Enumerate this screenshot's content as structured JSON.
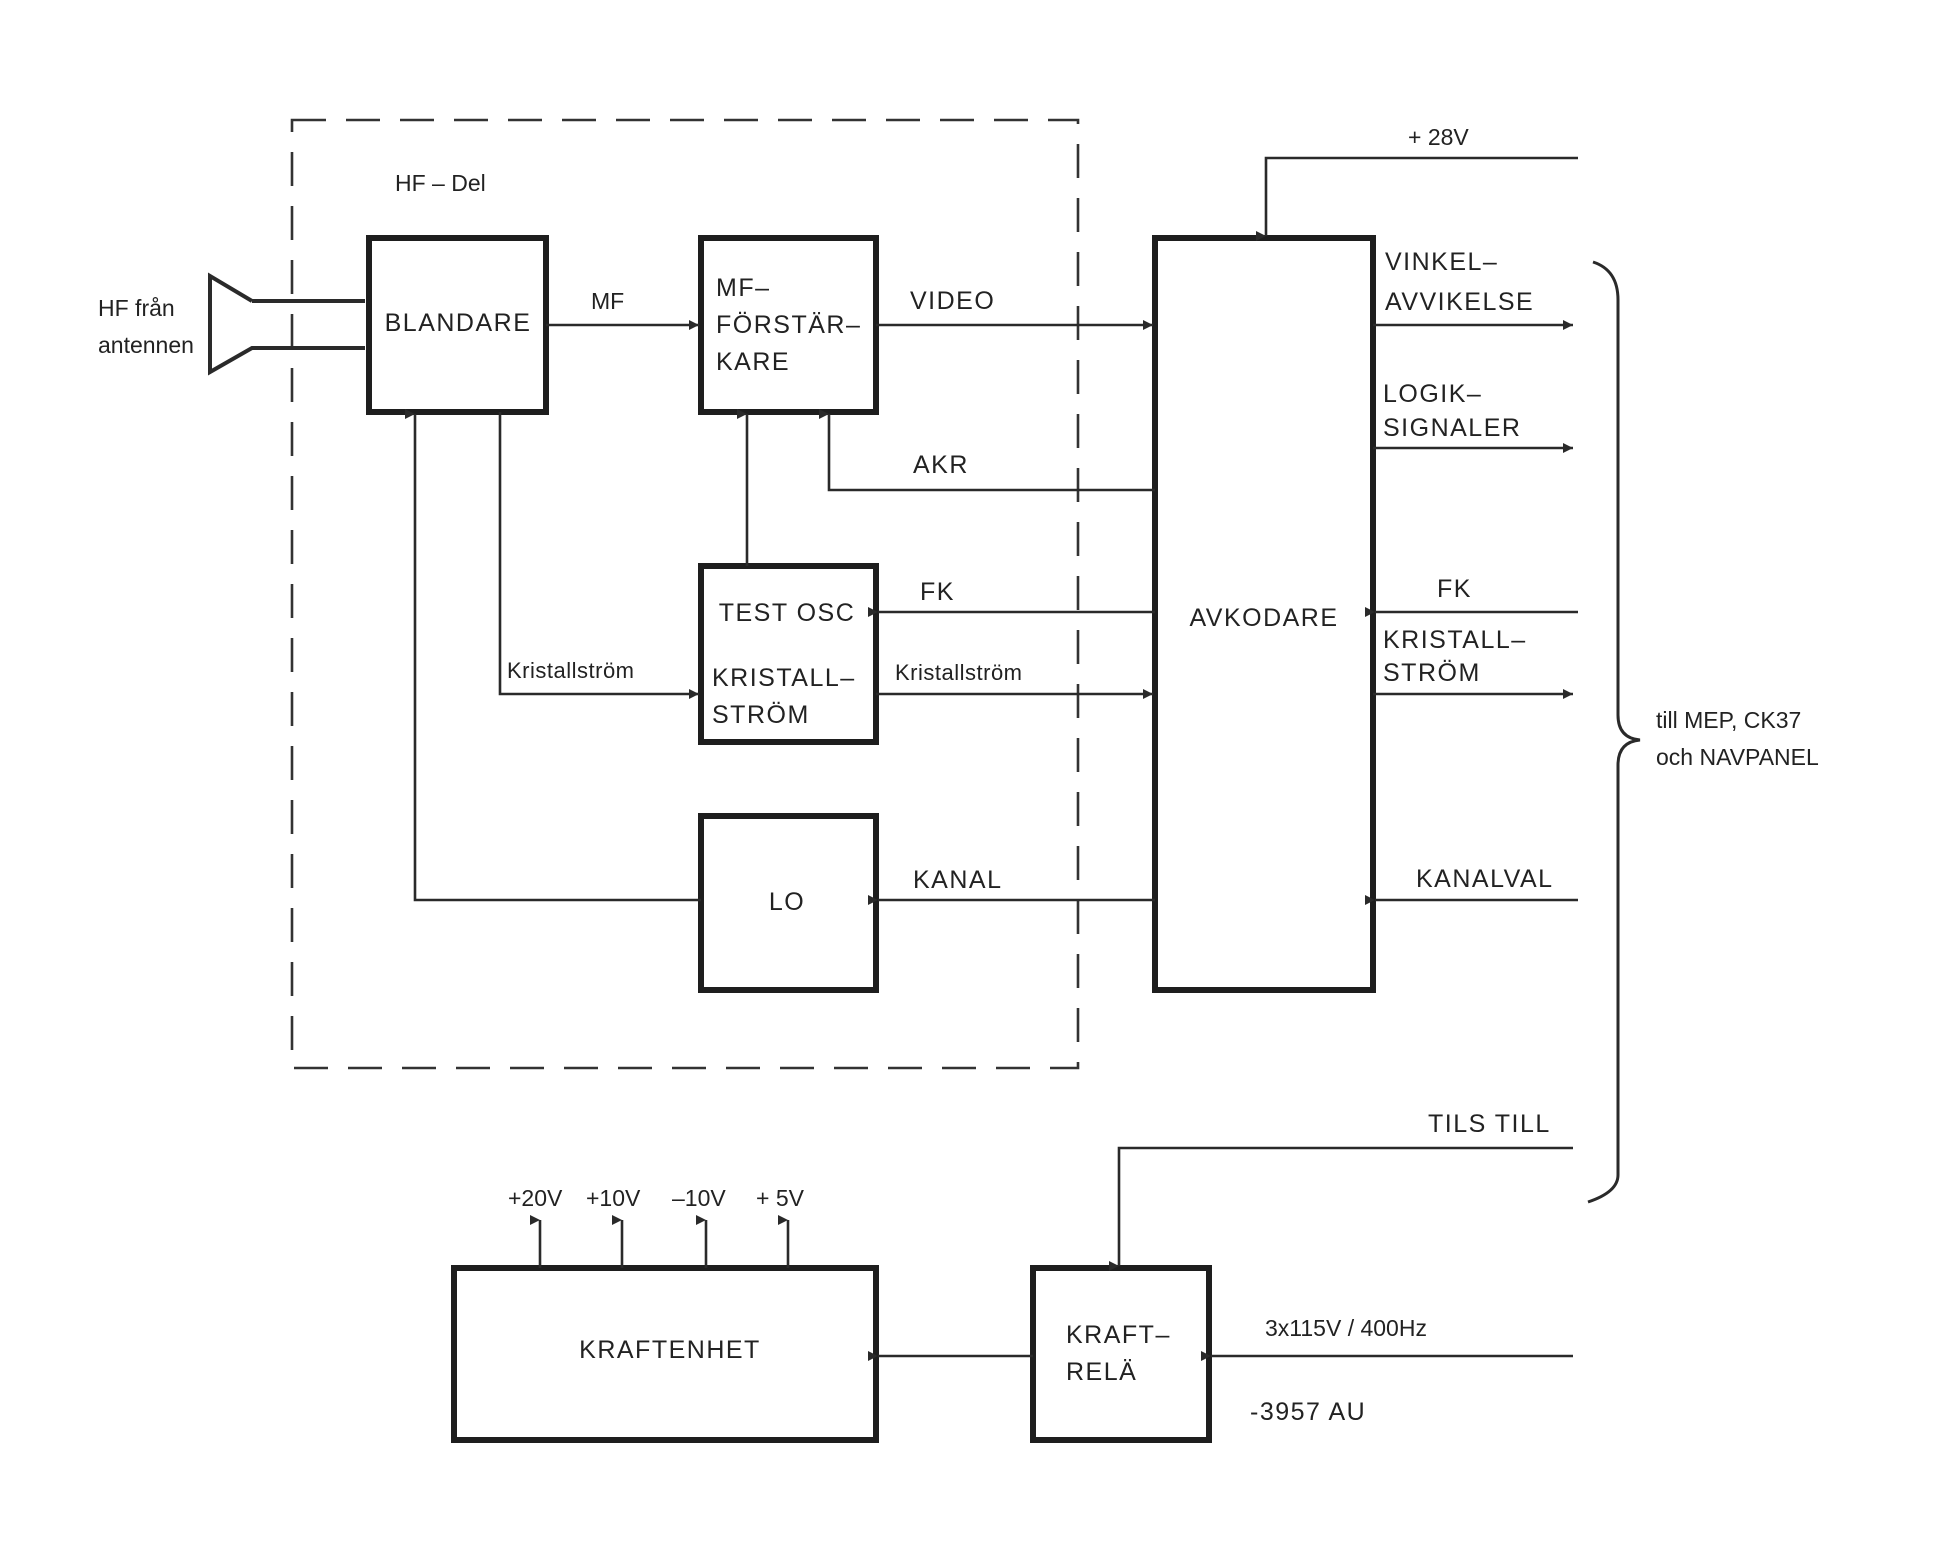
{
  "section_label": "HF – Del",
  "antenna": {
    "label_line1": "HF från",
    "label_line2": "antennen"
  },
  "blocks": {
    "blandare": "BLANDARE",
    "mf_forstarkare": [
      "MF–",
      "FÖRSTÄR–",
      "KARE"
    ],
    "test_osc": "TEST OSC",
    "test_kristallstrom": [
      "KRISTALL–",
      "STRÖM"
    ],
    "lo": "LO",
    "avkodare": "AVKODARE",
    "kraftenhet": "KRAFTENHET",
    "kraftrela": [
      "KRAFT–",
      "RELÄ"
    ]
  },
  "signals": {
    "mf": "MF",
    "video": "VIDEO",
    "akr": "AKR",
    "fk_internal": "FK",
    "kristallstrom_left": "Kristallström",
    "kristallstrom_right": "Kristallström",
    "kanal": "KANAL",
    "supply_28v": "+ 28V",
    "vinkelavvikelse": [
      "VINKEL–",
      "AVVIKELSE"
    ],
    "logiksignaler": [
      "LOGIK–",
      "SIGNALER"
    ],
    "fk_external": "FK",
    "kristallstrom_external": [
      "KRISTALL–",
      "STRÖM"
    ],
    "kanalval": "KANALVAL",
    "tils_till": "TILS TILL",
    "mains": "3x115V / 400Hz"
  },
  "outputs": [
    "+20V",
    "+10V",
    "–10V",
    "+ 5V"
  ],
  "destination": [
    "till MEP, CK37",
    "och NAVPANEL"
  ],
  "figure_code": "-3957 AU"
}
